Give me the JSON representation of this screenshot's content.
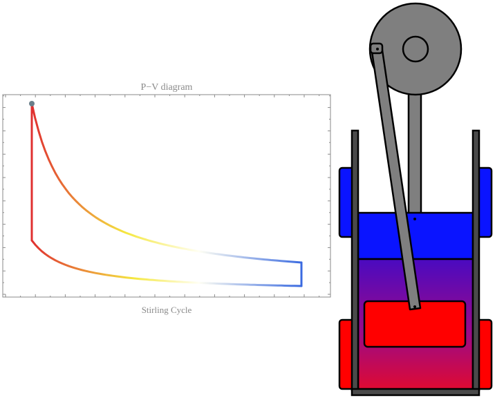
{
  "plot": {
    "title": "P−V diagram",
    "caption": "Stirling Cycle"
  },
  "colors": {
    "hot": "#e03030",
    "warm": "#f5e840",
    "cool": "#3a6ae0",
    "state_point": "#6a7f8a",
    "engine_gray": "#7f7f7f",
    "engine_dark": "#4a4a4a",
    "displacer_blue": "#0a14ff",
    "heater_red": "#ff0000"
  },
  "engine": {
    "parts": [
      "flywheel",
      "crank-hub",
      "connecting-rod",
      "piston-rod",
      "cylinder",
      "displacer",
      "cold-jacket",
      "hot-jacket",
      "base-plate"
    ]
  }
}
